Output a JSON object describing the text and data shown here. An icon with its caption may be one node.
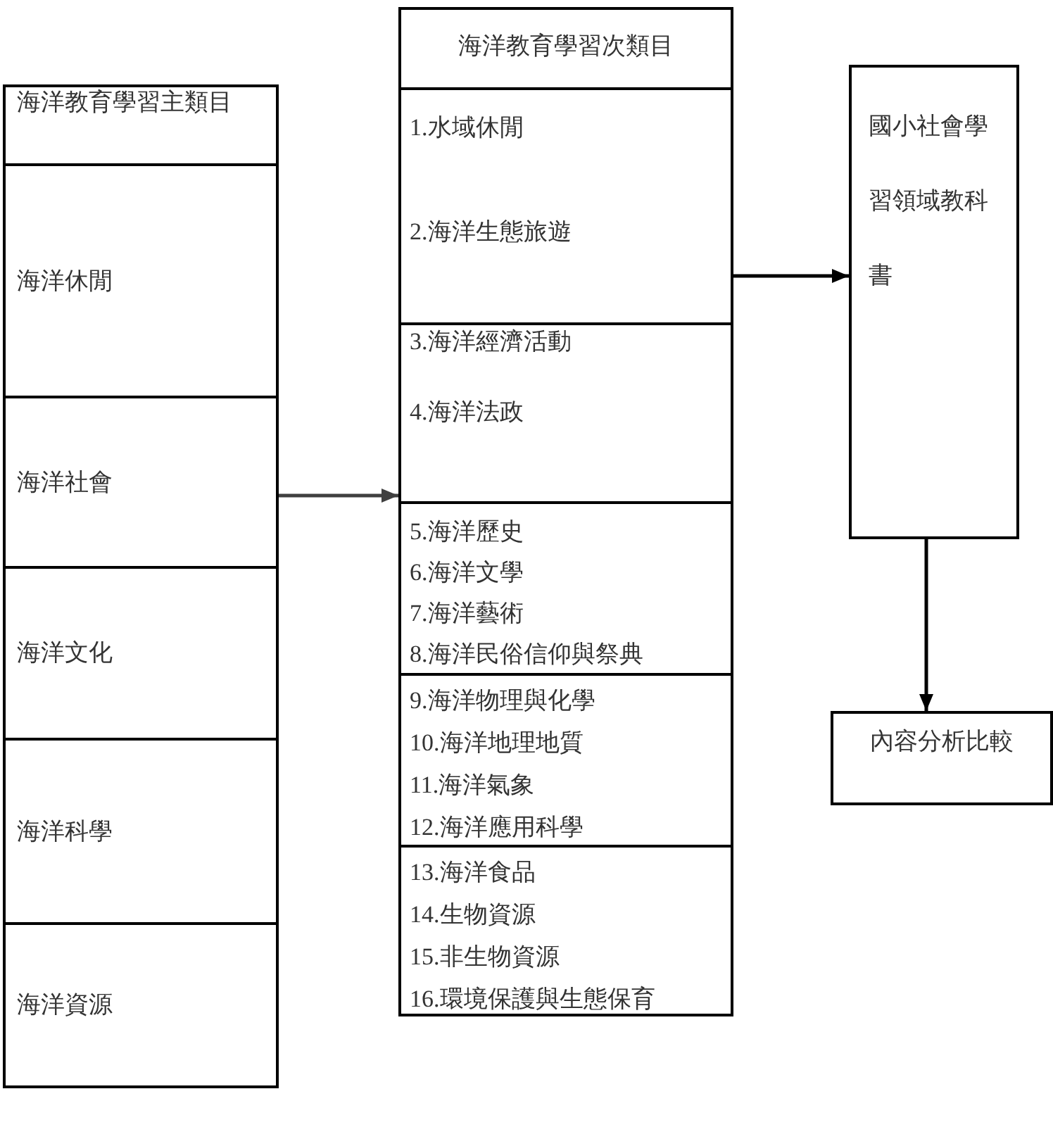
{
  "diagram": {
    "nodes": [
      {
        "text": [
          "海洋教育學習主類目"
        ]
      },
      {
        "text": [
          "海洋休閒"
        ],
        "in": 0
      },
      {
        "text": [
          "海洋社會"
        ],
        "in": 0
      },
      {
        "text": [
          "海洋文化"
        ],
        "in": 0
      },
      {
        "text": [
          "海洋科學"
        ],
        "in": 0
      },
      {
        "text": [
          "海洋資源"
        ],
        "in": 0
      },
      {
        "text": [
          "海洋教育學習次類目"
        ]
      },
      {
        "text": [
          "1.水域休閒",
          "2.海洋生態旅遊"
        ],
        "in": 6
      },
      {
        "text": [
          "3.海洋經濟活動",
          "4.海洋法政"
        ],
        "in": 6
      },
      {
        "text": [
          "5.海洋歷史",
          "6.海洋文學",
          "7.海洋藝術",
          "8.海洋民俗信仰與祭典"
        ],
        "in": 6
      },
      {
        "text": [
          "9.海洋物理與化學",
          "10.海洋地理地質",
          "11.海洋氣象",
          "12.海洋應用科學"
        ],
        "in": 6
      },
      {
        "text": [
          "13.海洋食品",
          "14.生物資源",
          "15.非生物資源",
          "16.環境保護與生態保育"
        ],
        "in": 6
      },
      {
        "text": [
          "國小社會學習領域教科書"
        ]
      },
      {
        "text": [
          "內容分析比較"
        ]
      }
    ],
    "edges": [
      {
        "from": 0,
        "to": 6,
        "arrow": "to",
        "color": "#404040"
      },
      {
        "from": 6,
        "to": 12,
        "arrow": "to"
      },
      {
        "from": 12,
        "to": 13,
        "arrow": "to"
      }
    ]
  }
}
